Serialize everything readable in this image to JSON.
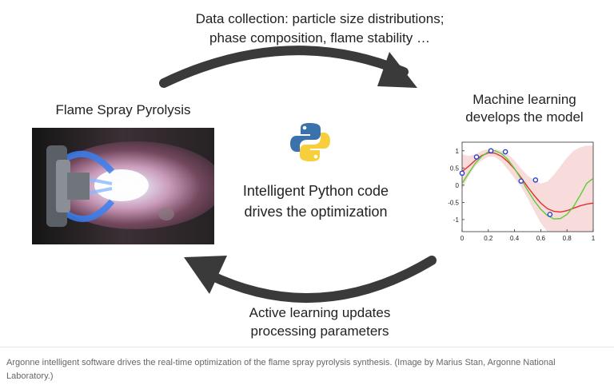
{
  "top_caption": {
    "line1": "Data collection: particle size distributions;",
    "line2": "phase composition, flame stability …"
  },
  "flame": {
    "title": "Flame Spray Pyrolysis"
  },
  "ml": {
    "line1": "Machine learning",
    "line2": "develops the model"
  },
  "center": {
    "line1": "Intelligent Python code",
    "line2": "drives the optimization"
  },
  "bottom_caption": {
    "line1": "Active learning updates",
    "line2": "processing parameters"
  },
  "figure_caption": "Argonne intelligent software drives the real-time optimization of the flame spray pyrolysis synthesis. (Image by Marius Stan, Argonne National Laboratory.)",
  "icons": {
    "python": "python-logo-icon",
    "arrows": [
      "curved-arrow-right-icon",
      "curved-arrow-left-icon"
    ]
  },
  "colors": {
    "arrow": "#3a3a3a",
    "mean_line": "#e0302a",
    "true_line": "#5ccc3a",
    "confidence_band": "#f7d6d6",
    "points": "#2a3fd6",
    "python_blue": "#3a73ab",
    "python_yellow": "#f7cf3c"
  },
  "chart_data": {
    "type": "line",
    "xlim": [
      0,
      1
    ],
    "ylim": [
      -1.35,
      1.25
    ],
    "x_ticks": [
      "0",
      "0.2",
      "0.4",
      "0.6",
      "0.8",
      "1"
    ],
    "y_ticks": [
      "1",
      "0.5",
      "0",
      "-0.5",
      "-1"
    ],
    "observations": {
      "x": [
        0.0,
        0.11,
        0.22,
        0.33,
        0.45,
        0.56,
        0.67
      ],
      "y": [
        0.35,
        0.82,
        1.0,
        0.97,
        0.12,
        0.15,
        -0.85
      ]
    },
    "series": [
      {
        "x": [
          0,
          0.05,
          0.1,
          0.15,
          0.2,
          0.25,
          0.3,
          0.35,
          0.4,
          0.45,
          0.5,
          0.55,
          0.6,
          0.65,
          0.7,
          0.75,
          0.8,
          0.85,
          0.9,
          0.95,
          1
        ],
        "values": [
          0.4,
          0.55,
          0.72,
          0.86,
          0.94,
          0.93,
          0.84,
          0.68,
          0.47,
          0.22,
          -0.05,
          -0.3,
          -0.52,
          -0.68,
          -0.76,
          -0.78,
          -0.74,
          -0.67,
          -0.6,
          -0.55,
          -0.52
        ]
      },
      {
        "x": [
          0,
          0.05,
          0.1,
          0.15,
          0.2,
          0.25,
          0.3,
          0.35,
          0.4,
          0.45,
          0.5,
          0.55,
          0.6,
          0.65,
          0.7,
          0.75,
          0.8,
          0.85,
          0.9,
          0.95,
          1
        ],
        "values": [
          0.05,
          0.35,
          0.63,
          0.84,
          0.97,
          1.0,
          0.92,
          0.74,
          0.48,
          0.18,
          -0.15,
          -0.45,
          -0.7,
          -0.88,
          -0.98,
          -0.97,
          -0.85,
          -0.62,
          -0.3,
          0.05,
          0.2
        ]
      }
    ],
    "band": {
      "x": [
        0,
        0.05,
        0.1,
        0.15,
        0.2,
        0.25,
        0.3,
        0.35,
        0.4,
        0.45,
        0.5,
        0.55,
        0.6,
        0.65,
        0.7,
        0.75,
        0.8,
        0.85,
        0.9,
        0.95,
        1
      ],
      "upper": [
        0.9,
        0.85,
        0.9,
        1.0,
        1.05,
        1.05,
        1.0,
        0.9,
        0.72,
        0.48,
        0.28,
        0.15,
        0.05,
        0.1,
        0.3,
        0.55,
        0.8,
        1.0,
        1.1,
        1.15,
        1.15
      ],
      "lower": [
        -0.1,
        0.25,
        0.55,
        0.72,
        0.83,
        0.82,
        0.68,
        0.45,
        0.2,
        -0.05,
        -0.38,
        -0.75,
        -1.1,
        -1.35,
        -1.5,
        -1.55,
        -1.55,
        -1.5,
        -1.5,
        -1.5,
        -1.5
      ]
    }
  }
}
